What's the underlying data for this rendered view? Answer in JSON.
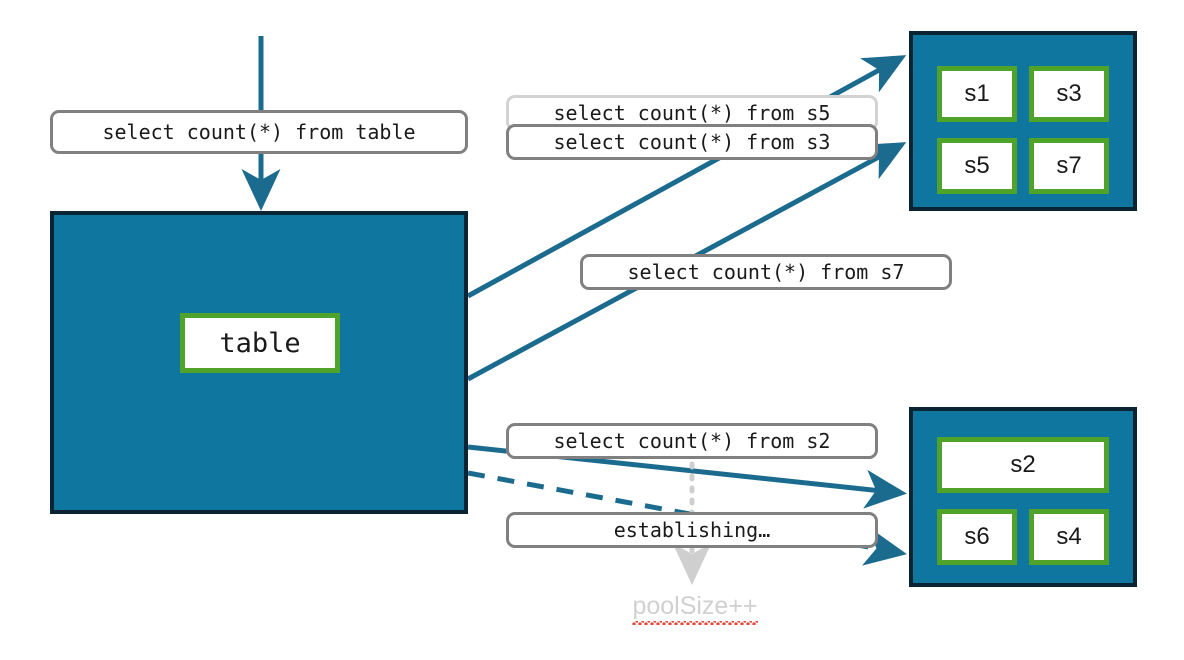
{
  "diagram": {
    "title": "connection pool session query routing",
    "colors": {
      "pool_fill": "#0f76a0",
      "pool_border": "#0b2434",
      "node_border": "#4fa32a",
      "node_fill": "#ffffff",
      "edge": "#1b6b8f",
      "label_border": "#808080",
      "label_border_back": "#d2d2d2",
      "muted_text": "#d0d0d0",
      "spellcheck_underline": "#e64a3a"
    }
  },
  "table_pool": {
    "name": "table-pool",
    "node": {
      "label": "table"
    }
  },
  "pool_top": {
    "name": "pool-top",
    "nodes": [
      {
        "label": "s1"
      },
      {
        "label": "s3"
      },
      {
        "label": "s5"
      },
      {
        "label": "s7"
      }
    ]
  },
  "pool_bottom": {
    "name": "pool-bottom",
    "nodes": [
      {
        "label": "s2"
      },
      {
        "label": "s6"
      },
      {
        "label": "s4"
      }
    ]
  },
  "labels": {
    "table_query": "select count(*) from table",
    "s5_query": "select count(*) from s5",
    "s3_query": "select count(*) from s3",
    "s7_query": "select count(*) from s7",
    "s2_query": "select count(*) from s2",
    "establishing": "establishing…",
    "pool_size": "poolSize++"
  }
}
